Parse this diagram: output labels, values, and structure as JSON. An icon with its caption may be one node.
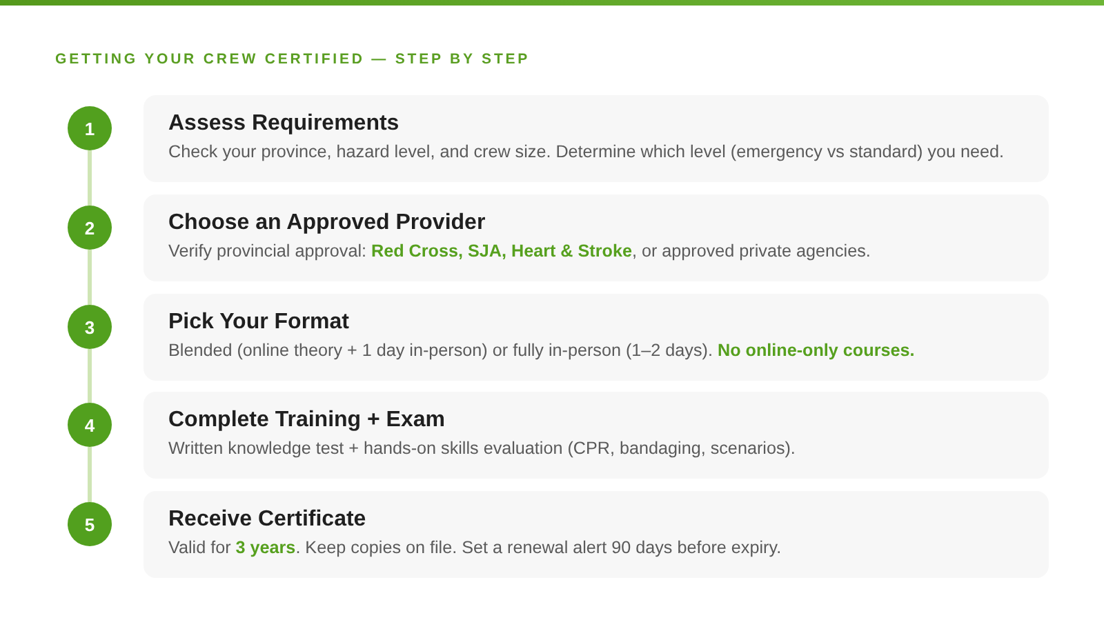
{
  "diagram": {
    "title": "GETTING YOUR CREW CERTIFIED — STEP BY STEP",
    "nodes": [
      {
        "text": [
          "1"
        ]
      },
      {
        "text": [
          "Assess Requirements",
          "Check your province, hazard level, and crew size. Determine which level (emergency vs standard) you need."
        ]
      },
      {
        "text": [
          "2"
        ]
      },
      {
        "text": [
          "Choose an Approved Provider",
          "Verify provincial approval: **Red Cross, SJA, Heart & Stroke**, or approved private agencies."
        ]
      },
      {
        "text": [
          "3"
        ]
      },
      {
        "text": [
          "Pick Your Format",
          "Blended (online theory + 1 day in-person) or fully in-person (1–2 days). **No online-only courses.**"
        ]
      },
      {
        "text": [
          "4"
        ]
      },
      {
        "text": [
          "Complete Training + Exam",
          "Written knowledge test + hands-on skills evaluation (CPR, bandaging, scenarios)."
        ]
      },
      {
        "text": [
          "5"
        ]
      },
      {
        "text": [
          "Receive Certificate",
          "Valid for **3 years**. Keep copies on file. Set a renewal alert 90 days before expiry."
        ]
      }
    ],
    "edges": [
      {
        "from": 0,
        "to": 2,
        "arrow": "none"
      },
      {
        "from": 2,
        "to": 4,
        "arrow": "none"
      },
      {
        "from": 4,
        "to": 6,
        "arrow": "none"
      },
      {
        "from": 6,
        "to": 8,
        "arrow": "none"
      }
    ]
  }
}
